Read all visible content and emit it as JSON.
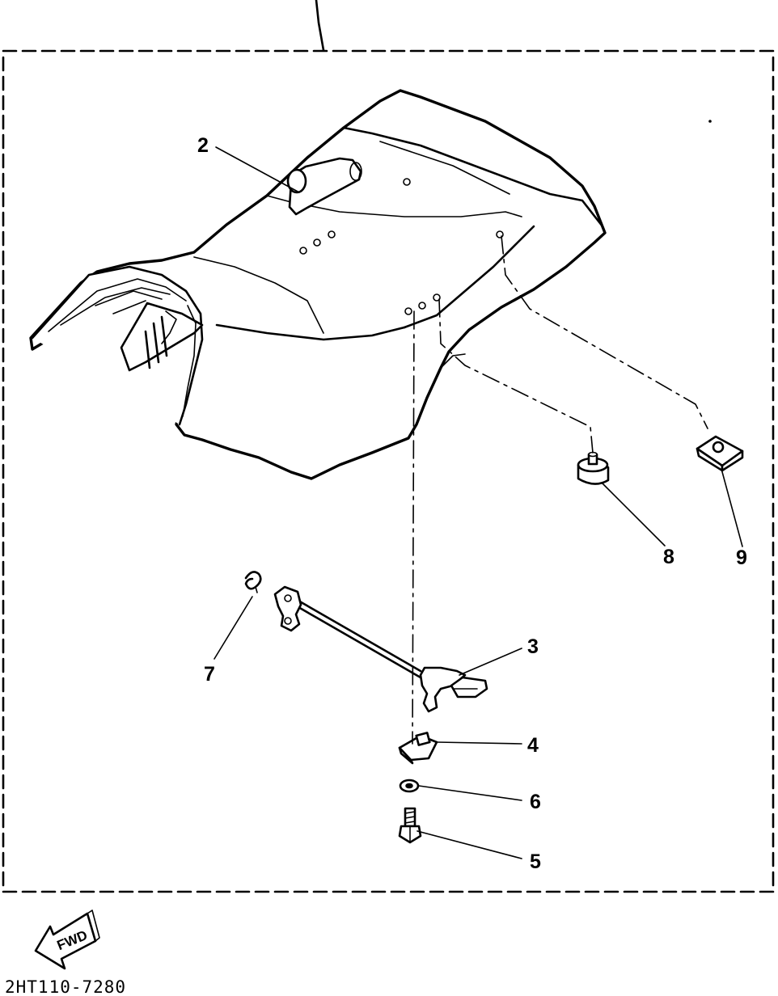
{
  "diagram": {
    "drawing_code": "2HT110-7280",
    "fwd_label": "FWD",
    "callouts": [
      {
        "id": "2",
        "label": "2"
      },
      {
        "id": "3",
        "label": "3"
      },
      {
        "id": "4",
        "label": "4"
      },
      {
        "id": "5",
        "label": "5"
      },
      {
        "id": "6",
        "label": "6"
      },
      {
        "id": "7",
        "label": "7"
      },
      {
        "id": "8",
        "label": "8"
      },
      {
        "id": "9",
        "label": "9"
      }
    ]
  }
}
